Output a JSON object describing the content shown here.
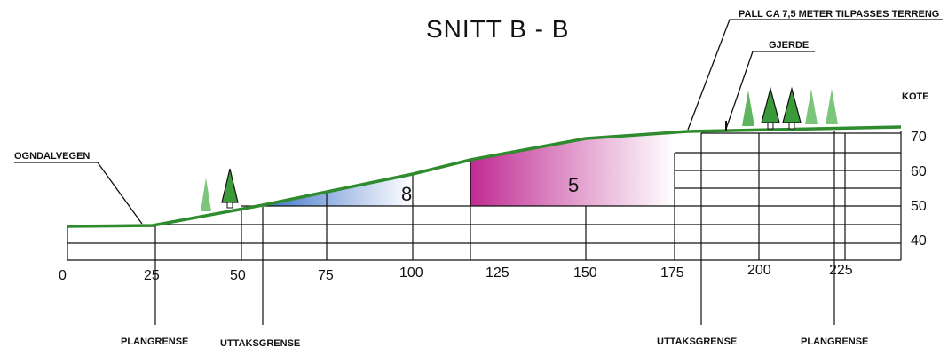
{
  "title": "SNITT B - B",
  "labels": {
    "pall": "PALL CA 7,5 METER TILPASSES TERRENG",
    "gjerde": "GJERDE",
    "kote": "KOTE",
    "ogndalvegen": "OGNDALVEGEN",
    "plangrense_left": "PLANGRENSE",
    "uttaksgrense_left": "UTTAKSGRENSE",
    "uttaksgrense_right": "UTTAKSGRENSE",
    "plangrense_right": "PLANGRENSE"
  },
  "x_ticks": [
    "0",
    "25",
    "50",
    "75",
    "100",
    "125",
    "150",
    "175",
    "200",
    "225"
  ],
  "kote_ticks": [
    "70",
    "60",
    "50",
    "40"
  ],
  "areas": {
    "area_8": "8",
    "area_5": "5"
  },
  "colors": {
    "terrain": "#2e8b2e",
    "area_8": "#4a7fd0",
    "area_5": "#c0309a",
    "tree": "#3a9a3a",
    "lines": "#111111"
  }
}
